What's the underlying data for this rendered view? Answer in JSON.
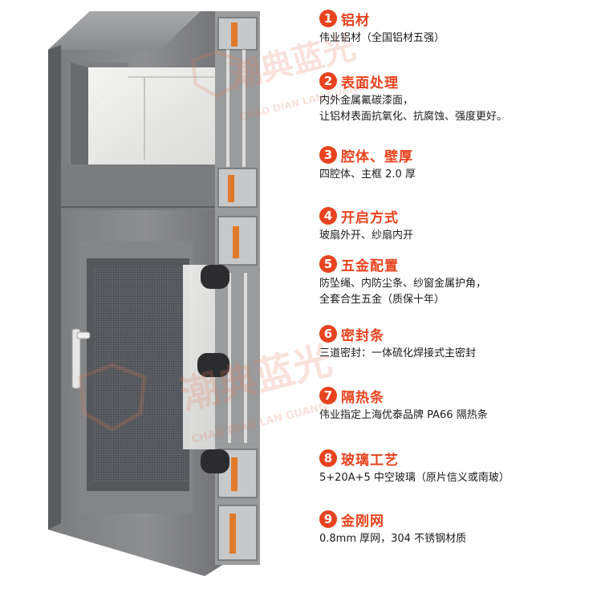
{
  "watermark": {
    "text_cn": "潮典蓝光",
    "text_en": "CHAO DIAN LAN GUANG"
  },
  "colors": {
    "accent": "#e8431f",
    "frame": "#6e6e70",
    "thermal_break": "#e07a2a",
    "text": "#1a1a1a"
  },
  "features": [
    {
      "num": "1",
      "title": "铝材",
      "lines": [
        "伟业铝材（全国铝材五强）"
      ]
    },
    {
      "num": "2",
      "title": "表面处理",
      "lines": [
        "内外金属氟碳漆面，",
        "让铝材表面抗氧化、抗腐蚀、强度更好。"
      ]
    },
    {
      "num": "3",
      "title": "腔体、壁厚",
      "lines": [
        "四腔体、主框 2.0 厚"
      ]
    },
    {
      "num": "4",
      "title": "开启方式",
      "lines": [
        "玻扇外开、纱扇内开"
      ]
    },
    {
      "num": "5",
      "title": "五金配置",
      "lines": [
        "防坠绳、内防尘条、纱窗金属护角，",
        "全套合生五金（质保十年）"
      ]
    },
    {
      "num": "6",
      "title": "密封条",
      "lines": [
        "三道密封：一体硫化焊接式主密封"
      ]
    },
    {
      "num": "7",
      "title": "隔热条",
      "lines": [
        "伟业指定上海优泰品牌 PA66 隔热条"
      ]
    },
    {
      "num": "8",
      "title": "玻璃工艺",
      "lines": [
        "5+20A+5 中空玻璃（原片信义或南玻）"
      ]
    },
    {
      "num": "9",
      "title": "金刚网",
      "lines": [
        "0.8mm 厚网，304 不锈钢材质"
      ]
    }
  ]
}
